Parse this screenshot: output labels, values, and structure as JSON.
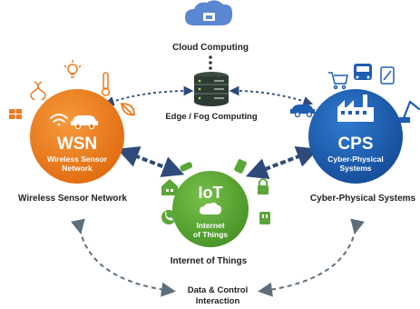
{
  "cloud": {
    "label": "Cloud Computing",
    "icon": "cloud-monitor-icon",
    "color": "#4a78c8"
  },
  "edge": {
    "label": "Edge / Fog Computing",
    "icon": "server-stack-icon",
    "color": "#2e3b33"
  },
  "wsn": {
    "title": "WSN",
    "subtitle_line1": "Wireless Sensor",
    "subtitle_line2": "Network",
    "caption": "Wireless Sensor Network",
    "color": "#ee7a1f",
    "icons": [
      "thermometer-icon",
      "lightbulb-icon",
      "dna-icon",
      "solar-panel-icon",
      "leaf-icon",
      "wifi-icon",
      "car-icon"
    ]
  },
  "cps": {
    "title": "CPS",
    "subtitle_line1": "Cyber-Physical",
    "subtitle_line2": "Systems",
    "caption": "Cyber-Physical Systems",
    "color": "#1e5db0",
    "icons": [
      "trolley-icon",
      "bus-icon",
      "car-icon",
      "robot-arm-icon",
      "factory-icon"
    ]
  },
  "iot": {
    "title": "IoT",
    "subtitle_line1": "Internet",
    "subtitle_line2": "of Things",
    "caption": "Internet of Things",
    "color": "#5aa637",
    "icons": [
      "house-icon",
      "phone-icon",
      "watch-icon",
      "cloud-icon",
      "lock-icon",
      "remote-icon",
      "plug-icon"
    ]
  },
  "interaction": {
    "line1": "Data & Control",
    "line2": "Interaction",
    "color": "#5e6e7a"
  }
}
